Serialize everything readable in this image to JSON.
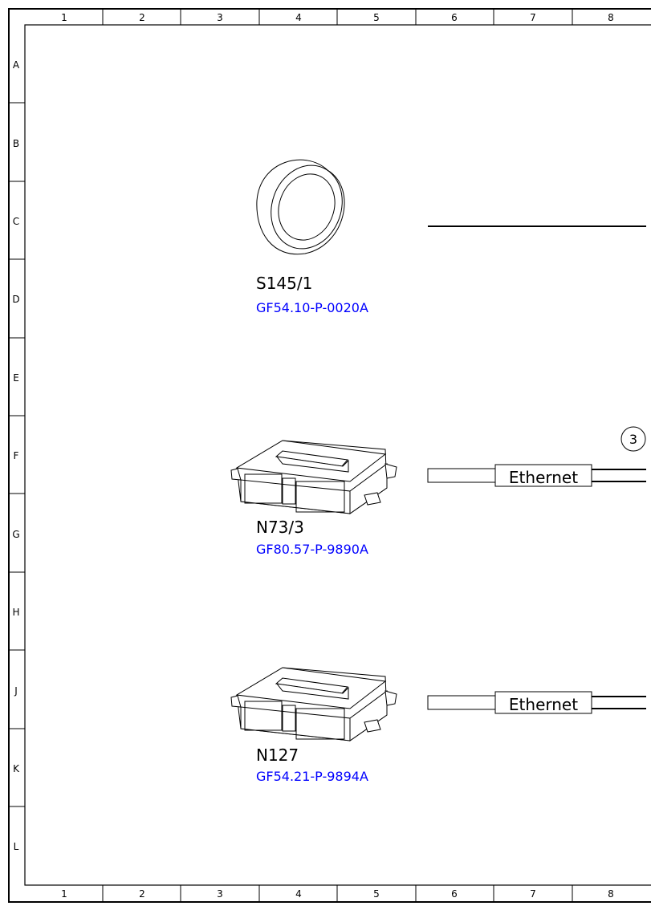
{
  "sheet": {
    "columns": [
      "1",
      "2",
      "3",
      "4",
      "5",
      "6",
      "7",
      "8"
    ],
    "rows": [
      "A",
      "B",
      "C",
      "D",
      "E",
      "F",
      "G",
      "H",
      "J",
      "K",
      "L"
    ]
  },
  "components": [
    {
      "id": "S145/1",
      "reference": "GF54.10-P-0020A",
      "icon": "ring-switch-icon"
    },
    {
      "id": "N73/3",
      "reference": "GF80.57-P-9890A",
      "icon": "control-unit-icon"
    },
    {
      "id": "N127",
      "reference": "GF54.21-P-9894A",
      "icon": "control-unit-icon"
    }
  ],
  "cables": [
    {
      "label": "Ethernet"
    },
    {
      "label": "Ethernet"
    }
  ],
  "markers": [
    {
      "label": "3"
    }
  ],
  "colors": {
    "reference_link": "#0000ff",
    "line": "#000000"
  }
}
